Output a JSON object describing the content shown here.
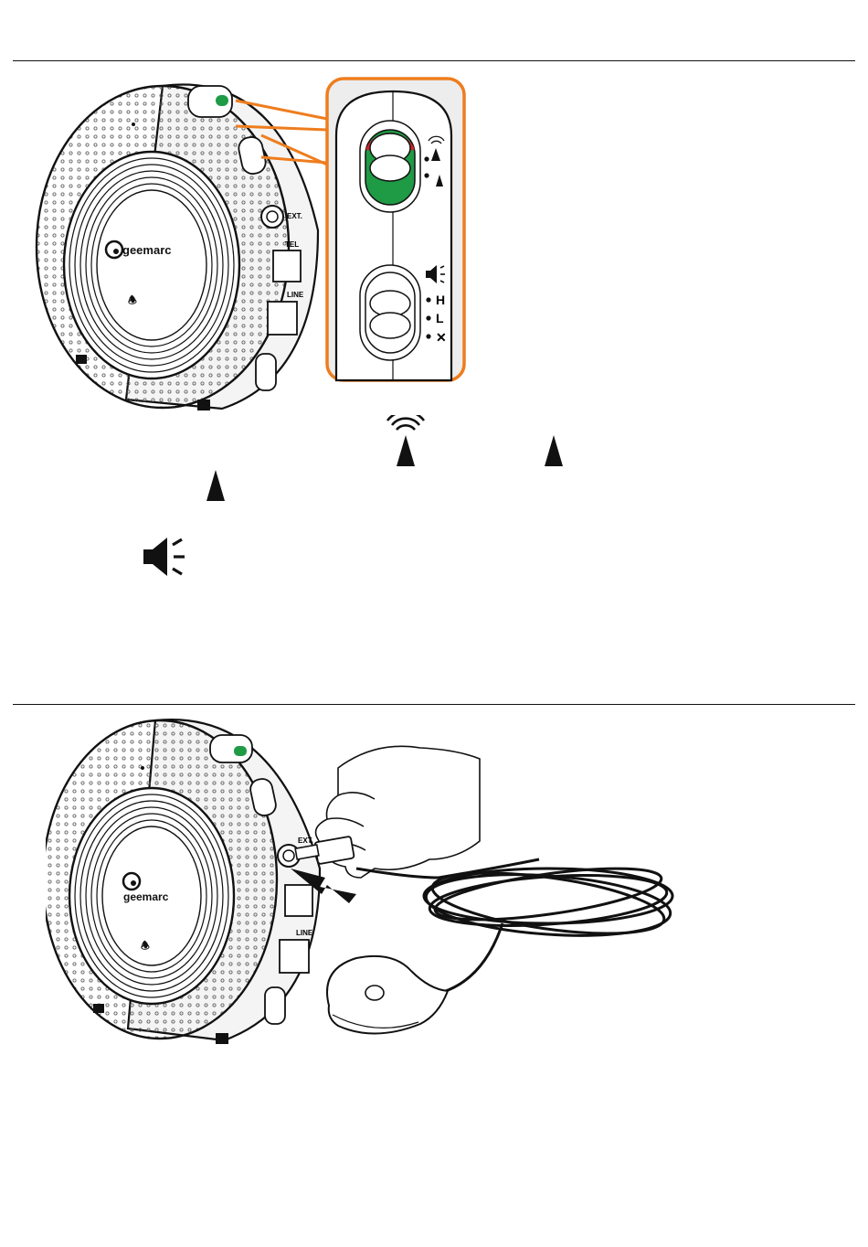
{
  "device": {
    "brand": "geemarc",
    "ports": {
      "ext": "EXT.",
      "tel": "TEL",
      "line": "LINE"
    }
  },
  "zoom_panel": {
    "volume_levels": [
      "H",
      "L",
      "✕"
    ]
  },
  "icons": {
    "flash_wave": "strobe-with-waves-icon",
    "flash": "strobe-icon",
    "speaker": "speaker-icon",
    "hand": "hand-icon",
    "arrow": "insert-arrow-icon"
  },
  "colors": {
    "accent_orange": "#ee7d1e",
    "switch_green": "#1f9a45",
    "switch_red": "#c8262d",
    "outline": "#111111"
  }
}
